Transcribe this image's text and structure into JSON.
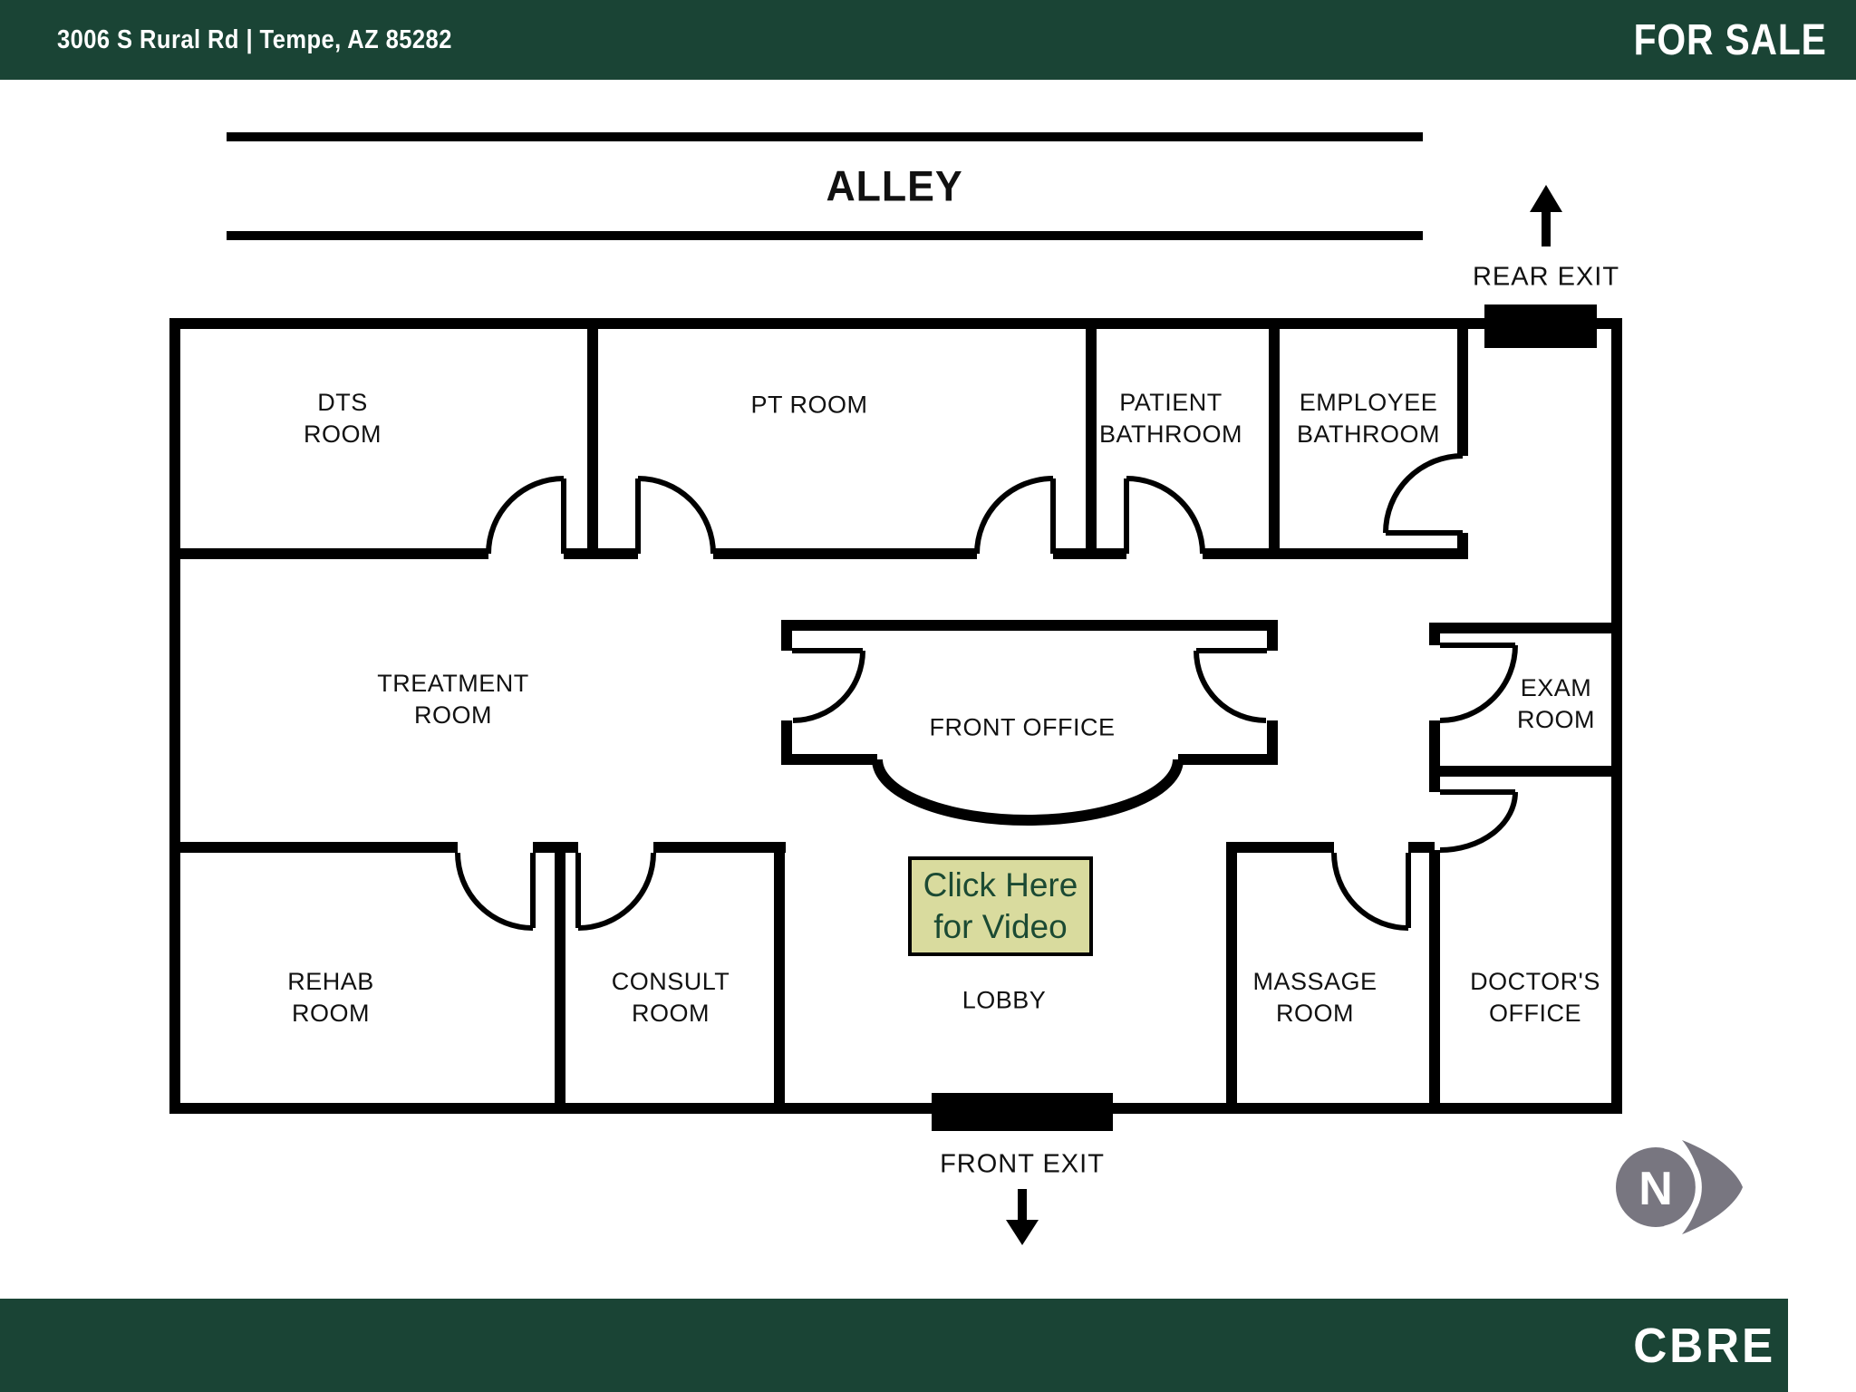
{
  "header": {
    "address": "3006 S Rural Rd | Tempe, AZ 85282",
    "status": "FOR SALE"
  },
  "alley": {
    "label": "ALLEY"
  },
  "exits": {
    "rear": "REAR EXIT",
    "front": "FRONT EXIT"
  },
  "rooms": {
    "dts": "DTS\nROOM",
    "pt": "PT ROOM",
    "patient_bathroom": "PATIENT\nBATHROOM",
    "employee_bathroom": "EMPLOYEE\nBATHROOM",
    "treatment": "TREATMENT\nROOM",
    "front_office": "FRONT OFFICE",
    "exam": "EXAM\nROOM",
    "rehab": "REHAB\nROOM",
    "consult": "CONSULT\nROOM",
    "lobby": "LOBBY",
    "massage": "MASSAGE\nROOM",
    "doctors": "DOCTOR'S\nOFFICE"
  },
  "cta": {
    "label": "Click Here\nfor Video"
  },
  "compass": {
    "label": "N"
  },
  "footer": {
    "brand": "CBRE"
  },
  "colors": {
    "brand_green": "#1A4435",
    "cta_bg": "#D9DB9E",
    "cta_text": "#1B4A33",
    "compass_gray": "#787680",
    "wall_black": "#000000"
  }
}
